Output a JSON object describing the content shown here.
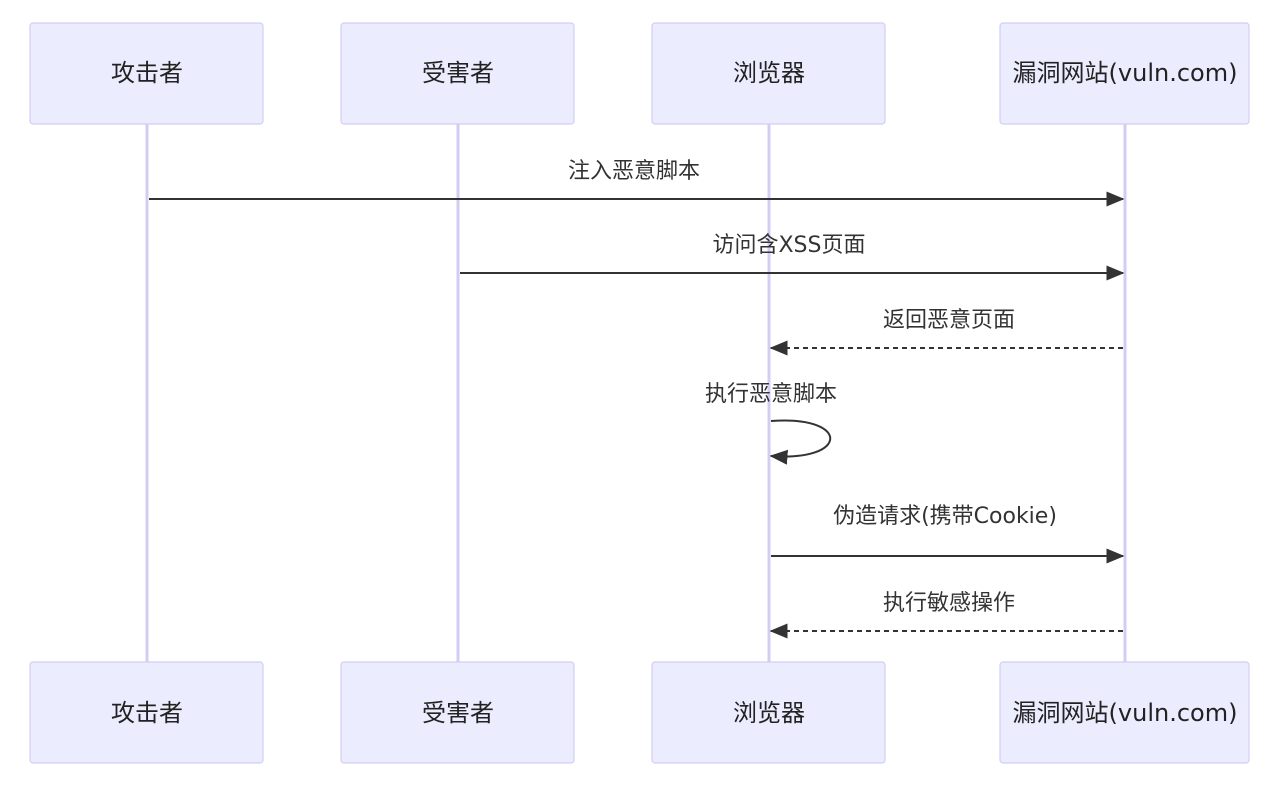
{
  "diagram": {
    "type": "sequence",
    "participants": [
      {
        "id": "attacker",
        "label": "攻击者"
      },
      {
        "id": "victim",
        "label": "受害者"
      },
      {
        "id": "browser",
        "label": "浏览器"
      },
      {
        "id": "site",
        "label": "漏洞网站(vuln.com)"
      }
    ],
    "messages": [
      {
        "from": "attacker",
        "to": "site",
        "label": "注入恶意脚本",
        "style": "solid"
      },
      {
        "from": "victim",
        "to": "site",
        "label": "访问含XSS页面",
        "style": "solid"
      },
      {
        "from": "site",
        "to": "browser",
        "label": "返回恶意页面",
        "style": "dashed"
      },
      {
        "from": "browser",
        "to": "browser",
        "label": "执行恶意脚本",
        "style": "solid"
      },
      {
        "from": "browser",
        "to": "site",
        "label": "伪造请求(携带Cookie)",
        "style": "solid"
      },
      {
        "from": "site",
        "to": "browser",
        "label": "执行敏感操作",
        "style": "dashed"
      }
    ]
  },
  "colors": {
    "actor_fill": "#ececff",
    "actor_stroke": "#d3cdf4",
    "lifeline": "#d3cdf4",
    "line": "#333333"
  }
}
